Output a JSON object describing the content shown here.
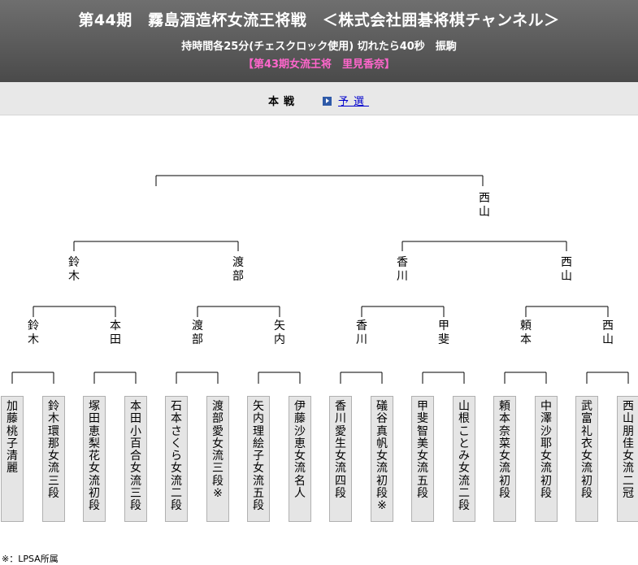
{
  "header": {
    "title": "第44期　霧島酒造杯女流王将戦　＜株式会社囲碁将棋チャンネル＞",
    "subtitle": "持時間各25分(チェスクロック使用) 切れたら40秒　振駒",
    "champion": "【第43期女流王将　里見香奈】"
  },
  "nav": {
    "main_tab": "本戦",
    "prelim_tab": "予選"
  },
  "bracket": {
    "final_winner": "西山",
    "semifinal_winners": [
      "鈴木",
      "渡部",
      "香川",
      "西山"
    ],
    "quarterfinal_winners": [
      "鈴木",
      "本田",
      "渡部",
      "矢内",
      "香川",
      "甲斐",
      "頼本",
      "西山"
    ],
    "players": [
      "加藤桃子清麗",
      "鈴木環那女流三段",
      "塚田恵梨花女流初段",
      "本田小百合女流三段",
      "石本さくら女流二段",
      "渡部　愛女流三段※",
      "矢内理絵子女流五段",
      "伊藤沙恵女流名人",
      "香川愛生女流四段",
      "礒谷真帆女流初段※",
      "甲斐智美女流五段",
      "山根ことみ女流二段",
      "頼本奈菜女流初段",
      "中澤沙耶女流初段",
      "武富礼衣女流初段",
      "西山朋佳女流二冠"
    ]
  },
  "footnote": "※：LPSA所属"
}
